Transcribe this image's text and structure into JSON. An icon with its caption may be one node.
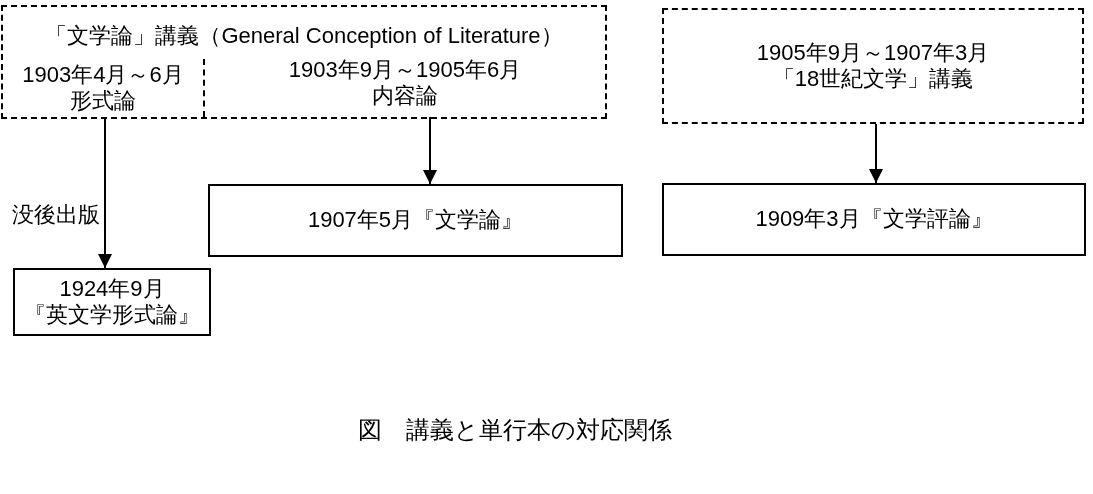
{
  "diagram": {
    "caption": "図　講義と単行本の対応関係",
    "nodes": [
      {
        "text": [
          "「文学論」講義（General Conception of Literature）"
        ]
      },
      {
        "text": [
          "1903年4月～6月形式論"
        ],
        "in": 0
      },
      {
        "text": [
          "1903年9月～1905年6月内容論"
        ],
        "in": 0
      },
      {
        "text": [
          "1905年9月～1907年3月「18世紀文学」講義"
        ]
      },
      {
        "text": [
          "1907年5月『文学論』"
        ]
      },
      {
        "text": [
          "1909年3月『文学評論』"
        ]
      },
      {
        "text": [
          "1924年9月『英文学形式論』"
        ]
      }
    ],
    "edges": [
      {
        "from": 1,
        "to": 6,
        "arrow": "to",
        "label": "没後出版"
      },
      {
        "from": 2,
        "to": 4,
        "arrow": "to"
      },
      {
        "from": 3,
        "to": 5,
        "arrow": "to"
      }
    ]
  }
}
